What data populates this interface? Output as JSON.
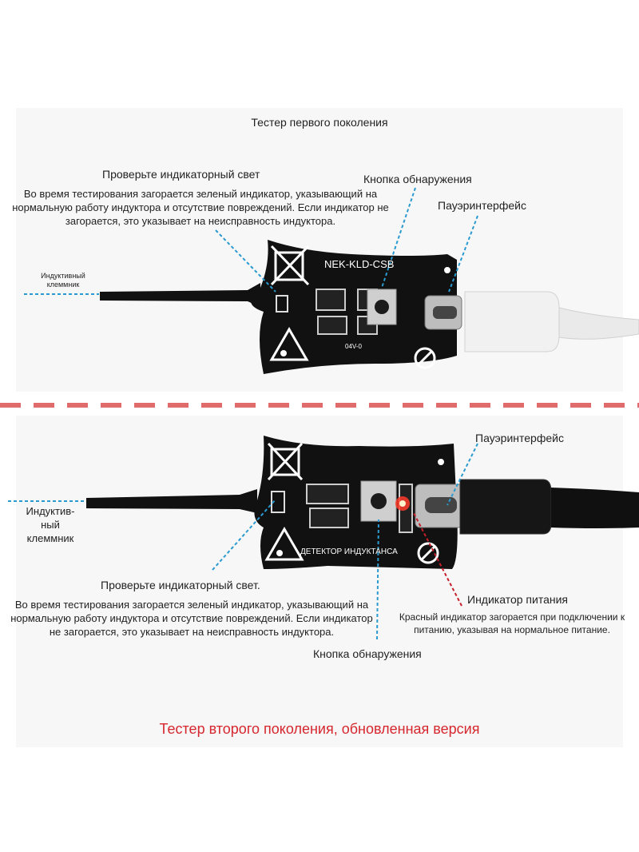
{
  "gen1": {
    "title": "Тестер первого поколения",
    "check_light_title": "Проверьте индикаторный свет",
    "check_light_text": "Во время тестирования загорается зеленый индикатор, указывающий на нормальную работу индуктора и отсутствие повреждений. Если индикатор не загорается, это указывает на неисправность индуктора.",
    "detect_button": "Кнопка обнаружения",
    "power_interface": "Пауэринтерфейс",
    "inductive_terminal": "Индуктивный клеммник",
    "board_label": "NEK-KLD-CSB",
    "marking": "04V-0"
  },
  "gen2": {
    "power_interface": "Пауэринтерфейс",
    "inductive_terminal_line1": "Индуктив-",
    "inductive_terminal_line2": "ный",
    "inductive_terminal_line3": "клеммник",
    "board_label": "ДЕТЕКТОР ИНДУКТАНСА",
    "check_light_title": "Проверьте индикаторный свет.",
    "check_light_text": "Во время тестирования загорается зеленый индикатор, указывающий на нормальную работу индуктора и отсутствие повреждений. Если индикатор не загорается, это указывает на неисправность индуктора.",
    "power_indicator_title": "Индикатор питания",
    "power_indicator_text": "Красный индикатор загорается при подключении к питанию, указывая на нормальное питание.",
    "detect_button": "Кнопка обнаружения",
    "caption": "Тестер второго поколения, обновленная версия"
  },
  "colors": {
    "callout_blue": "#2a9ad0",
    "callout_red": "#c8202a",
    "divider": "#e06b6b",
    "caption": "#d6262e",
    "pcb": "#111111"
  }
}
